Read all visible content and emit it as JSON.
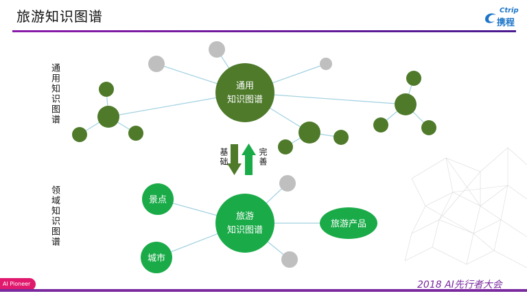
{
  "header": {
    "title": "旅游知识图谱"
  },
  "logo": {
    "en": "Ctrip",
    "cn": "携程"
  },
  "left_labels": {
    "general": "通用知识图谱",
    "domain": "领域知识图谱"
  },
  "arrows": {
    "down_label": "基础",
    "up_label": "完善"
  },
  "top_graph": {
    "center_line1": "通用",
    "center_line2": "知识图谱"
  },
  "bottom_graph": {
    "center_line1": "旅游",
    "center_line2": "知识图谱",
    "node_scenic": "景点",
    "node_city": "城市",
    "node_product": "旅游产品"
  },
  "footer": {
    "badge": "AI Pioneer",
    "event": "2018 AI先行者大会"
  },
  "colors": {
    "dark_green": "#4e7a2a",
    "bright_green": "#1aab48",
    "gray": "#bfbfbf",
    "edge": "#9fd0e0",
    "accent_purple": "#7a2a9e",
    "pink": "#e0196e"
  }
}
